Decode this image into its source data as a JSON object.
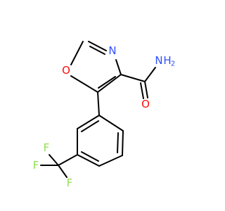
{
  "molecule": {
    "atoms": {
      "ring_o": "O",
      "ring_n": "N",
      "amide_n": "N",
      "amide_h2": "H",
      "carbonyl_o": "O",
      "f_top": "F",
      "f_left": "F",
      "f_bottom": "F"
    },
    "colors": {
      "bond": "#000000",
      "oxygen": "#ff0d0d",
      "nitrogen": "#3050f8",
      "fluorine": "#90e050"
    }
  }
}
